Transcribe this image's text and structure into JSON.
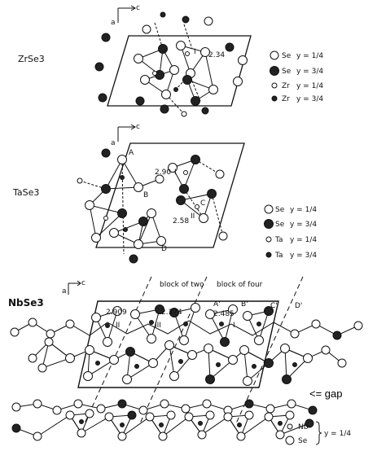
{
  "axes": {
    "c": "c",
    "a": "a"
  },
  "panels": [
    {
      "title": "ZrSe3",
      "bonds": [
        "2.34"
      ],
      "sites": [
        "I"
      ],
      "legend": [
        {
          "element": "Se",
          "y": "y = 1/4"
        },
        {
          "element": "Se",
          "y": "y = 3/4"
        },
        {
          "element": "Zr",
          "y": "y = 1/4"
        },
        {
          "element": "Zr",
          "y": "y = 3/4"
        }
      ]
    },
    {
      "title": "TaSe3",
      "bonds": [
        "2.90",
        "2.58"
      ],
      "sites": [
        "I",
        "II"
      ],
      "labels": [
        "A",
        "B",
        "C",
        "D"
      ],
      "legend": [
        {
          "element": "Se",
          "y": "y = 1/4"
        },
        {
          "element": "Se",
          "y": "y = 3/4"
        },
        {
          "element": "Ta",
          "y": "y = 1/4"
        },
        {
          "element": "Ta",
          "y": "y = 3/4"
        }
      ]
    },
    {
      "title": "NbSe3",
      "bonds": [
        "2.909",
        "2.374",
        "2.485"
      ],
      "sites": [
        "II",
        "III",
        "I"
      ],
      "labels": [
        "A'",
        "B'",
        "C'",
        "D'"
      ],
      "block_two": "block of two",
      "block_four": "block of four",
      "gap": "<= gap",
      "legend": [
        {
          "element": "Nb"
        },
        {
          "element": "Se"
        }
      ],
      "legend_y": "y = 1/4"
    }
  ]
}
